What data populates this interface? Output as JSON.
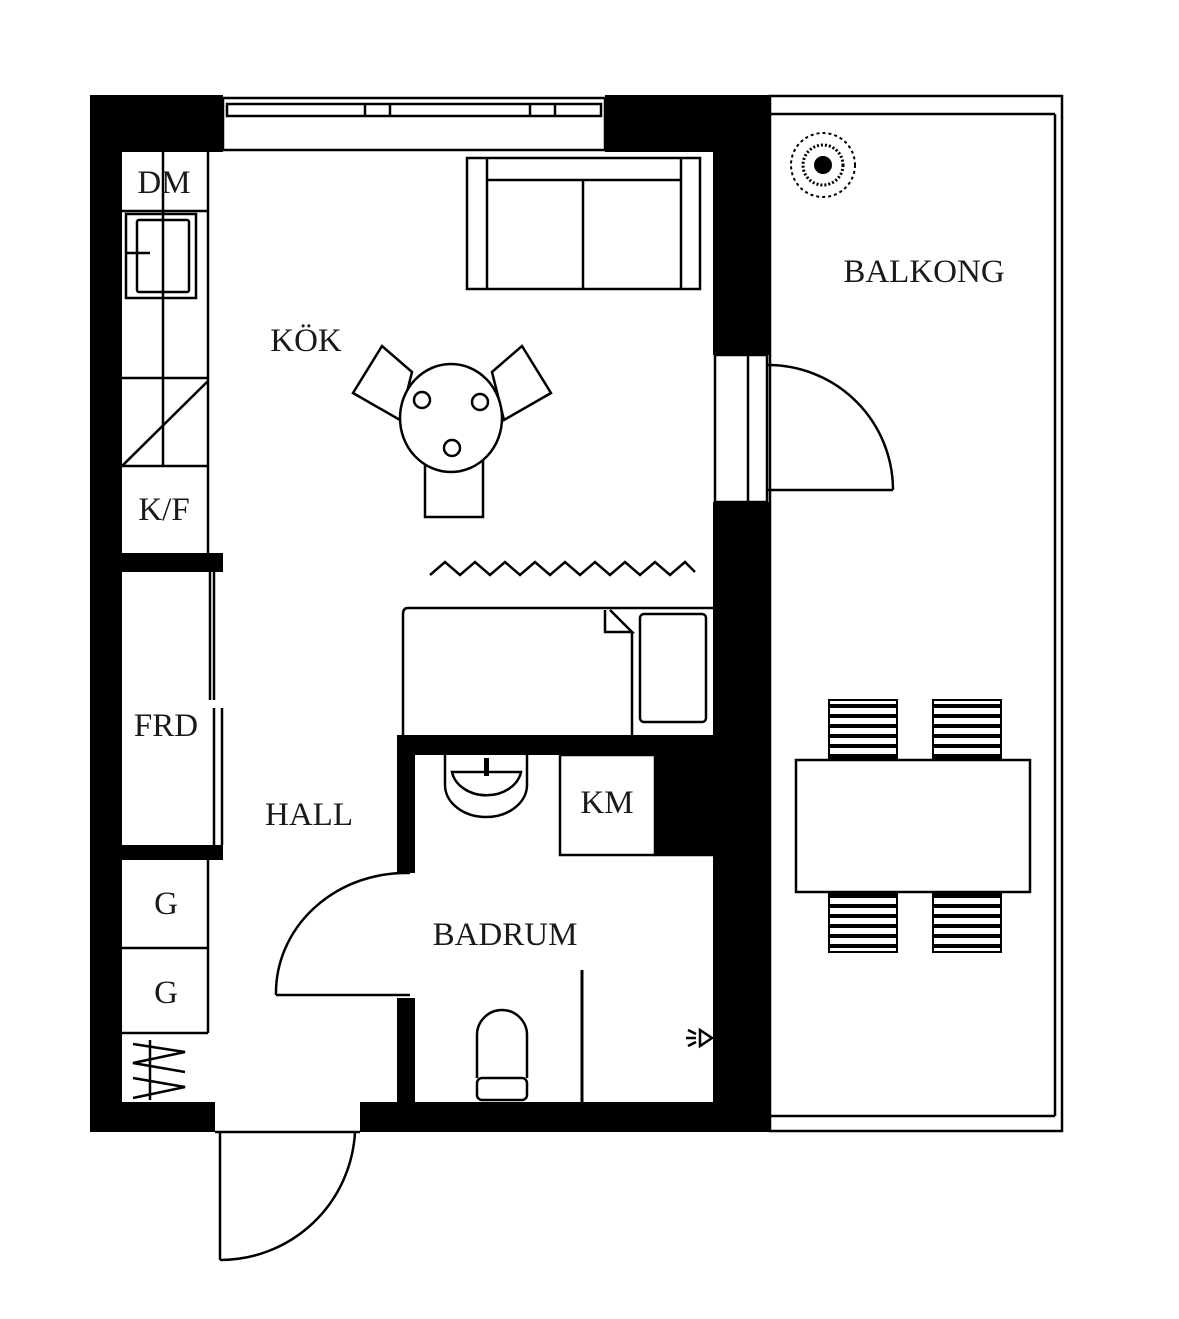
{
  "colors": {
    "wall": "#000000",
    "background": "#ffffff",
    "label": "#1a1a1a"
  },
  "rooms": {
    "kitchen": "KÖK",
    "hall": "HALL",
    "bathroom": "BADRUM",
    "balcony": "BALKONG"
  },
  "fixtures": {
    "dishwasher": "DM",
    "fridge_freezer": "K/F",
    "storage": "FRD",
    "wardrobe_1": "G",
    "wardrobe_2": "G",
    "washing_machine": "KM"
  },
  "icons": [
    "sofa-icon",
    "round-table-icon",
    "chair-icon",
    "bed-icon",
    "sink-icon",
    "toilet-icon",
    "stove-icon",
    "plant-icon",
    "door-swing-icon",
    "radiator-icon"
  ]
}
